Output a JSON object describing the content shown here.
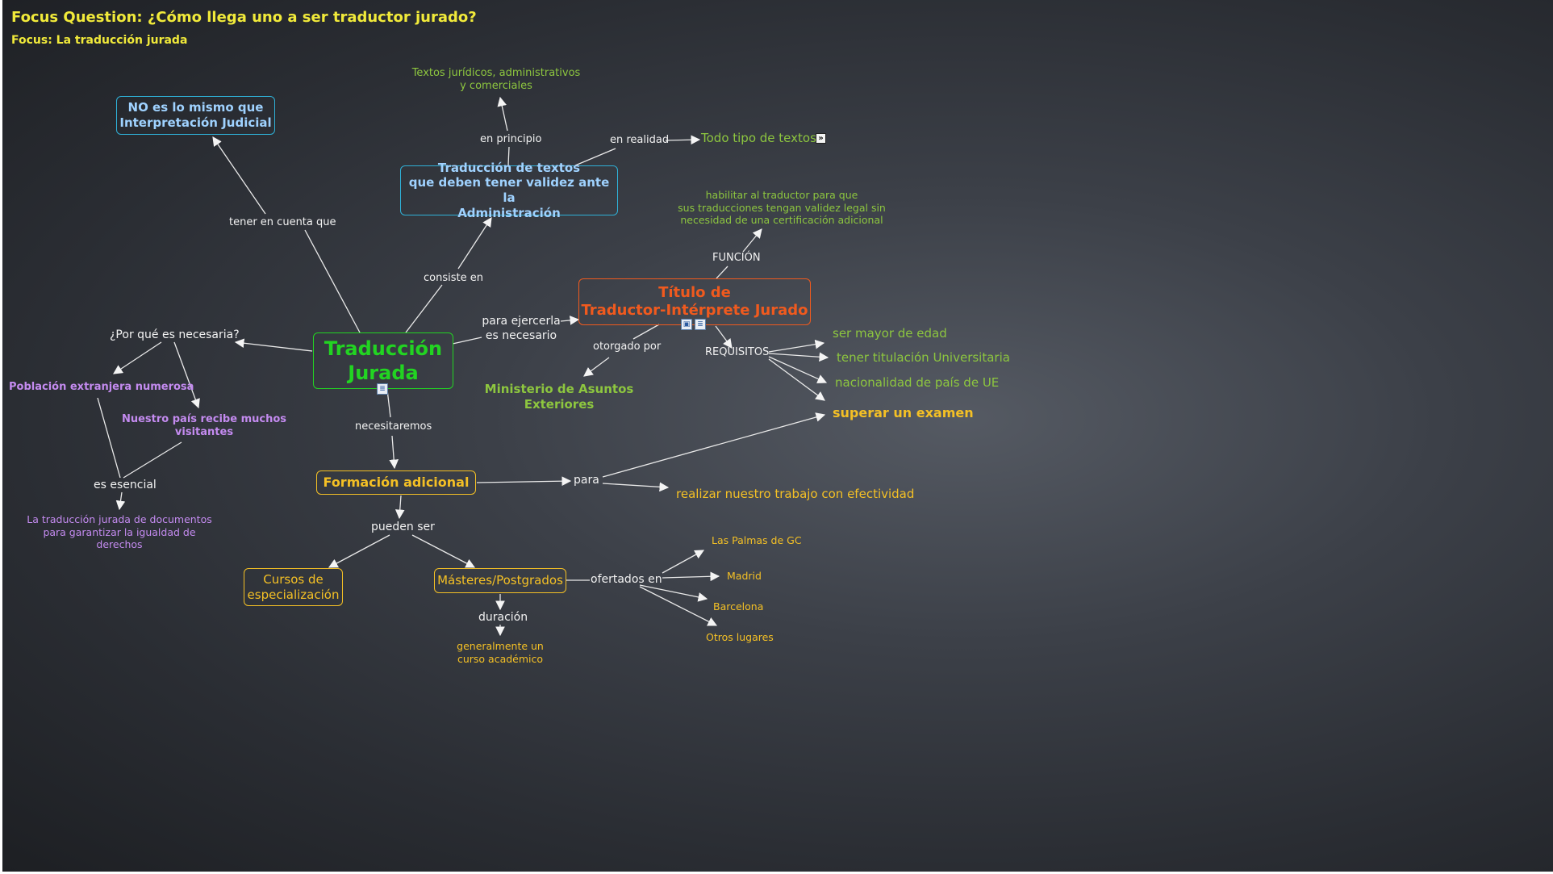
{
  "header": {
    "focus_question": "Focus Question: ¿Cómo llega uno a ser traductor jurado?",
    "focus": "Focus: La traducción jurada"
  },
  "concepts": {
    "main": "Traducción\nJurada",
    "no_es": "NO es lo mismo que\nInterpretación Judicial",
    "traduccion_textos": "Traducción de textos\nque deben tener validez ante la\nAdministración",
    "textos_juridicos": "Textos jurídicos, administrativos\ny comerciales",
    "todo_tipo": "Todo tipo de textos",
    "titulo": "Título de\nTraductor-Intérprete Jurado",
    "habilitar": "habilitar al traductor para que\nsus traducciones tengan validez legal sin\nnecesidad de una certificación adicional",
    "ministerio": "Ministerio de Asuntos\nExteriores",
    "req_1": "ser mayor de edad",
    "req_2": "tener titulación Universitaria",
    "req_3": "nacionalidad de país de UE",
    "req_4": "superar un examen",
    "poblacion": "Población extranjera numerosa",
    "visitantes": "Nuestro país recibe muchos\nvisitantes",
    "igualdad": "La traducción jurada de documentos\npara garantizar la igualdad de\nderechos",
    "formacion": "Formación adicional",
    "efectividad": "realizar nuestro trabajo con efectividad",
    "cursos": "Cursos de\nespecialización",
    "masteres": "Másteres/Postgrados",
    "academico": "generalmente un\ncurso académico",
    "lugar_1": "Las Palmas de GC",
    "lugar_2": "Madrid",
    "lugar_3": "Barcelona",
    "lugar_4": "Otros lugares"
  },
  "links": {
    "tener_en_cuenta": "tener en cuenta que",
    "consiste_en": "consiste en",
    "en_principio": "en principio",
    "en_realidad": "en realidad",
    "para_ejercerla": "para ejercerla\nes necesario",
    "funcion": "FUNCIÓN",
    "otorgado_por": "otorgado por",
    "requisitos": "REQUISITOS",
    "por_que": "¿Por qué es necesaria?",
    "es_esencial": "es esencial",
    "necesitaremos": "necesitaremos",
    "para": "para",
    "pueden_ser": "pueden ser",
    "ofertados_en": "ofertados en",
    "duracion": "duración"
  },
  "colors": {
    "main": "#22d422",
    "blue_node": "#9fd2ff",
    "orange": "#f05a1e",
    "yellow": "#f4c025",
    "green_light": "#8dc63f",
    "purple": "#c48bf0",
    "title_yellow": "#f1ea3a"
  },
  "icons": {
    "resource": "document-icon",
    "expand": "expand-arrow-icon"
  }
}
